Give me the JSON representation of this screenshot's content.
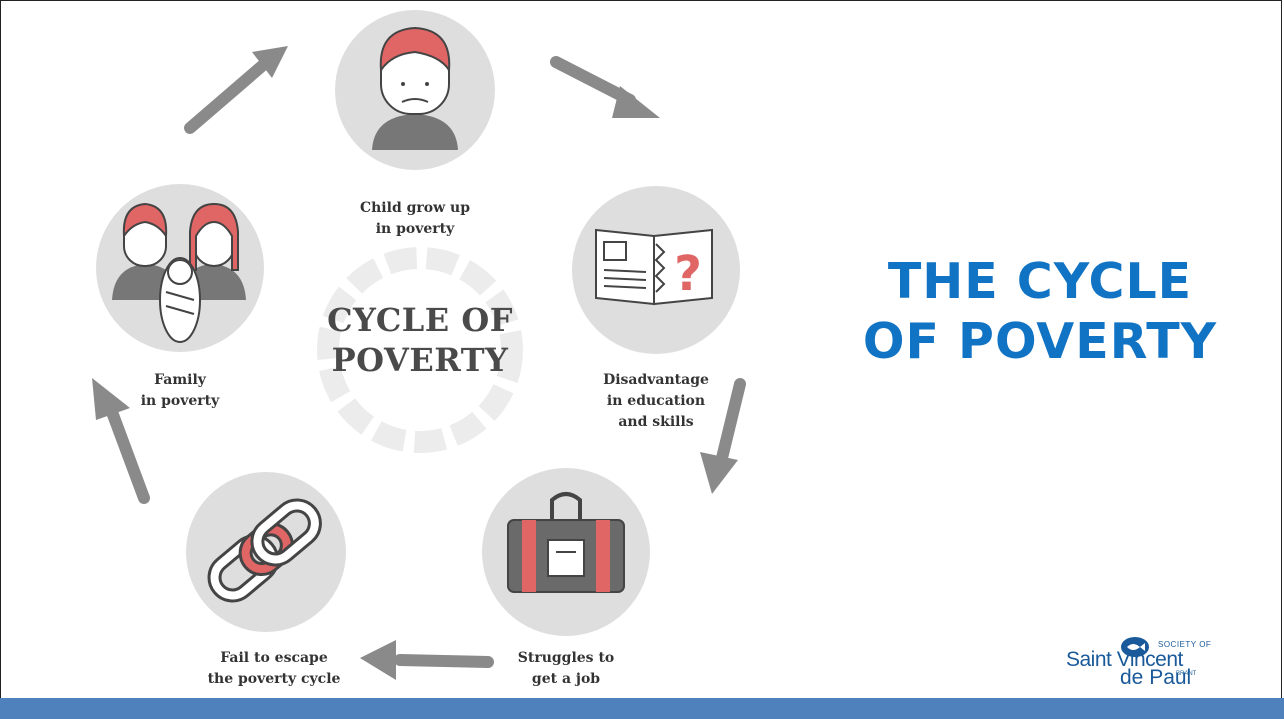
{
  "slide": {
    "title": "THE CYCLE\nOF POVERTY",
    "title_color": "#1173c4",
    "footer_color": "#4f81bd"
  },
  "diagram": {
    "center_title": "CYCLE OF\nPOVERTY",
    "steps": [
      {
        "label": "Child grow up\nin poverty",
        "icon": "sad-child-icon"
      },
      {
        "label": "Disadvantage\nin education\nand skills",
        "icon": "open-book-question-icon"
      },
      {
        "label": "Struggles to\nget a job",
        "icon": "locked-briefcase-icon"
      },
      {
        "label": "Fail to escape\nthe poverty cycle",
        "icon": "chain-links-icon"
      },
      {
        "label": "Family\nin poverty",
        "icon": "family-icon"
      }
    ],
    "accent_color": "#e06666",
    "arrow_color": "#8a8a8a"
  },
  "logo": {
    "small": "SOCIETY OF",
    "main": "Saint Vincent",
    "sub": "de Paul",
    "tag": "BRANT"
  }
}
